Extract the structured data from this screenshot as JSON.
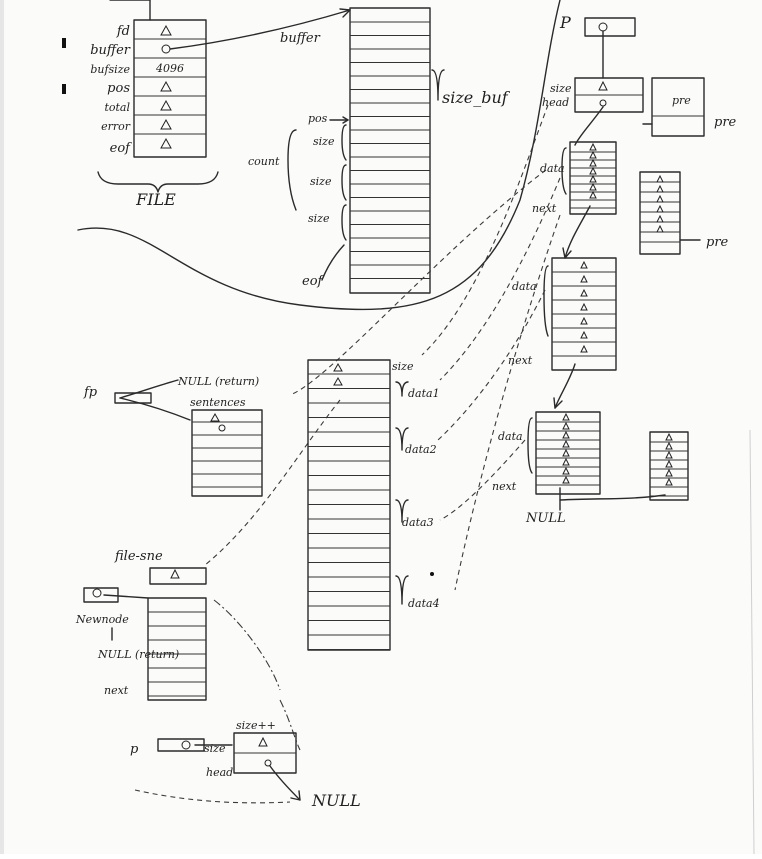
{
  "file_struct": {
    "fields": [
      "fd",
      "buffer",
      "bufsize",
      "pos",
      "total",
      "error",
      "eof"
    ],
    "bufsize_value": "4096",
    "caption": "FILE"
  },
  "buffer_area": {
    "buffer_label": "buffer",
    "size_buf_label": "size_buf",
    "pos_label": "pos",
    "count_label": "count",
    "size_labels": [
      "size",
      "size",
      "size"
    ],
    "eof_label": "eof"
  },
  "list_area": {
    "p_label": "P",
    "size_label": "size",
    "head_label": "head",
    "pre_labels": [
      "pre",
      "pre",
      "pre"
    ],
    "data_labels": [
      "data",
      "data",
      "data"
    ],
    "next_labels": [
      "next",
      "next",
      "next"
    ],
    "null_label": "NULL"
  },
  "middle_area": {
    "fp_label": "fp",
    "null_return_label": "NULL (return)",
    "sentences_label": "sentences",
    "size_label": "size",
    "data_labels": [
      "data1",
      "data2",
      "data3",
      "data4"
    ]
  },
  "bottom_area": {
    "file_sne_label": "file-sne",
    "newnode_label": "Newnode",
    "null_return_label": "NULL (return)",
    "next_label": "next",
    "p_label": "p",
    "size_label": "size",
    "head_label": "head",
    "size_inc_label": "size++",
    "null_label": "NULL"
  }
}
